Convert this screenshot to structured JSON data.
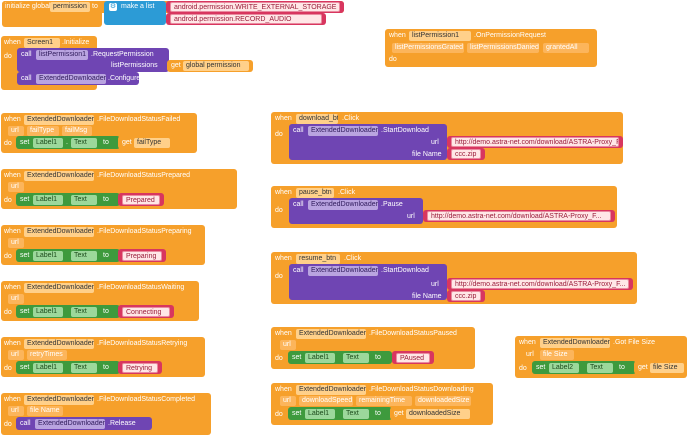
{
  "global": {
    "initialize": "initialize global",
    "var": "permission",
    "to": "to",
    "make_list": "make a list",
    "items": [
      "android.permission.WRITE_EXTERNAL_STORAGE",
      "android.permission.RECORD_AUDIO"
    ]
  },
  "screen_init": {
    "when": "when",
    "screen": "Screen1",
    "event": ".Initialize",
    "do": "do",
    "call": "call",
    "component": "listPermission1",
    "method": ".RequestPermission",
    "param": "listPermissions",
    "get": "get",
    "get_var": "global permission",
    "call2": "call",
    "component2": "ExtendedDownloader1",
    "method2": ".Configure"
  },
  "perm_req": {
    "when": "when",
    "component": "listPermission1",
    "event": ".OnPermissionRequest",
    "params": [
      "listPermissionsGrated",
      "listPermissionsDanied",
      "grantedAll"
    ],
    "do": "do"
  },
  "common": {
    "when": "when",
    "do": "do",
    "set": "set",
    "to": "to",
    "label": "Label1",
    "prop": "Text",
    "call": "call",
    "get": "get",
    "url": "url",
    "file_name": "file Name"
  },
  "status_events": [
    {
      "component": "ExtendedDownloader1",
      "event": ".FileDownloadStatusFailed",
      "params": [
        "url",
        "failType",
        "failMsg"
      ],
      "value": "failType",
      "get": true
    },
    {
      "component": "ExtendedDownloader1",
      "event": ".FileDownloadStatusPrepared",
      "params": [
        "url"
      ],
      "value": "Prepared"
    },
    {
      "component": "ExtendedDownloader1",
      "event": ".FileDownloadStatusPreparing",
      "params": [
        "url"
      ],
      "value": "Preparing"
    },
    {
      "component": "ExtendedDownloader1",
      "event": ".FileDownloadStatusWaiting",
      "params": [
        "url"
      ],
      "value": "Connecting"
    },
    {
      "component": "ExtendedDownloader1",
      "event": ".FileDownloadStatusRetrying",
      "params": [
        "url",
        "retryTimes"
      ],
      "value": "Retrying"
    }
  ],
  "completed": {
    "component": "ExtendedDownloader1",
    "event": ".FileDownloadStatusCompleted",
    "params": [
      "url",
      "file Name"
    ],
    "call_component": "ExtendedDownloader1",
    "call_method": ".Release"
  },
  "buttons": [
    {
      "button": "download_btn",
      "event": ".Click",
      "component": "ExtendedDownloader1",
      "method": ".StartDownload",
      "url": "http://demo.astra-net.com/download/ASTRA-Proxy_F...",
      "file": "ccc.zip"
    },
    {
      "button": "pause_btn",
      "event": ".Click",
      "component": "ExtendedDownloader1",
      "method": ".Pause",
      "url": "http://demo.astra-net.com/download/ASTRA-Proxy_F..."
    },
    {
      "button": "resume_btn",
      "event": ".Click",
      "component": "ExtendedDownloader1",
      "method": ".StartDownload",
      "url": "http://demo.astra-net.com/download/ASTRA-Proxy_F...",
      "file": "ccc.zip"
    }
  ],
  "paused": {
    "component": "ExtendedDownloader1",
    "event": ".FileDownloadStatusPaused",
    "param": "url",
    "value": "PAused",
    "label": "Label1"
  },
  "downloading": {
    "component": "ExtendedDownloader1",
    "event": ".FileDownloadStatusDownloading",
    "params": [
      "url",
      "downloadSpeed",
      "remainingTime",
      "downloadedSize"
    ],
    "label": "Label1",
    "get_var": "downloadedSize"
  },
  "file_size": {
    "component": "ExtendedDownloader1",
    "event": ".Got File Size",
    "param": "file Size",
    "label": "Label2",
    "get_var": "file Size"
  }
}
